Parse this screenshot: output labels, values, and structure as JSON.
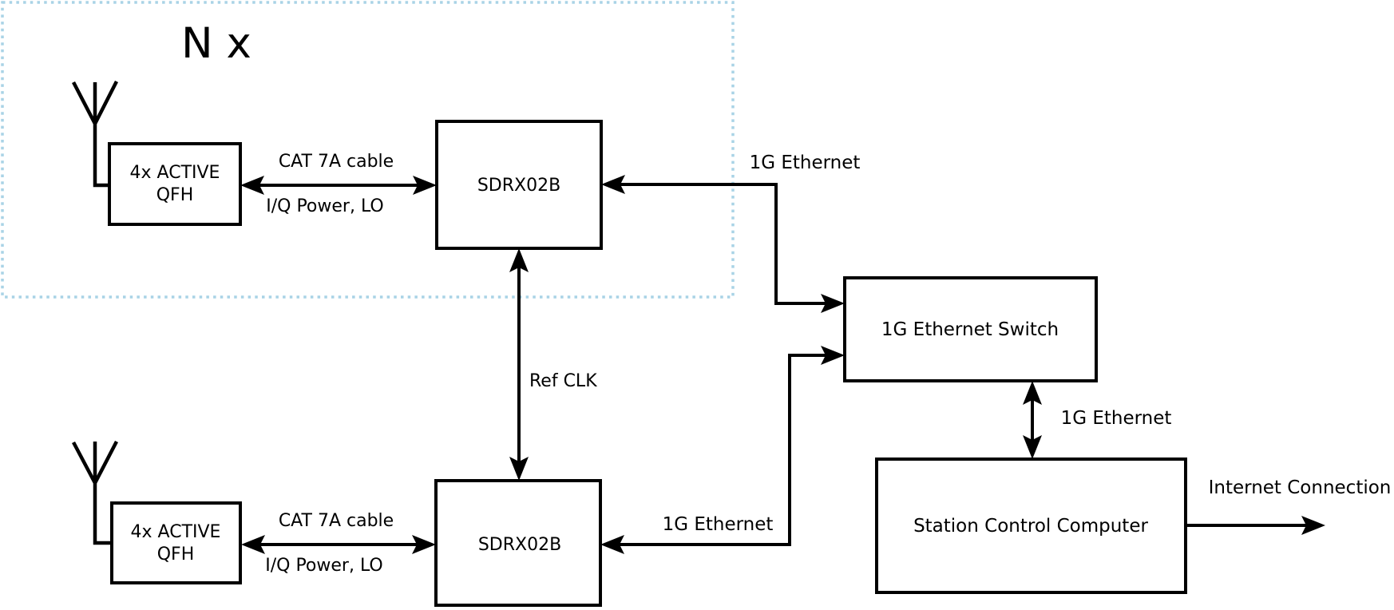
{
  "colors": {
    "accent": "#a9d3e6",
    "ink": "#000000",
    "background": "#ffffff"
  },
  "cluster": {
    "multiplier_label": "N x"
  },
  "nodes": {
    "qfh_top": {
      "line1": "4x ACTIVE",
      "line2": "QFH"
    },
    "sdrx_top": {
      "label": "SDRX02B"
    },
    "qfh_bottom": {
      "line1": "4x ACTIVE",
      "line2": "QFH"
    },
    "sdrx_bottom": {
      "label": "SDRX02B"
    },
    "ethernet_switch": {
      "label": "1G Ethernet Switch"
    },
    "station_computer": {
      "label": "Station Control Computer"
    }
  },
  "edges": {
    "cat_cable_top": {
      "above": "CAT 7A cable",
      "below": "I/Q Power, LO"
    },
    "cat_cable_bottom": {
      "above": "CAT 7A cable",
      "below": "I/Q Power, LO"
    },
    "ethernet_top": {
      "label": "1G Ethernet"
    },
    "ethernet_bottom": {
      "label": "1G Ethernet"
    },
    "ethernet_switch_station": {
      "label": "1G Ethernet"
    },
    "ref_clk": {
      "label": "Ref CLK"
    },
    "internet": {
      "label": "Internet Connection"
    }
  }
}
